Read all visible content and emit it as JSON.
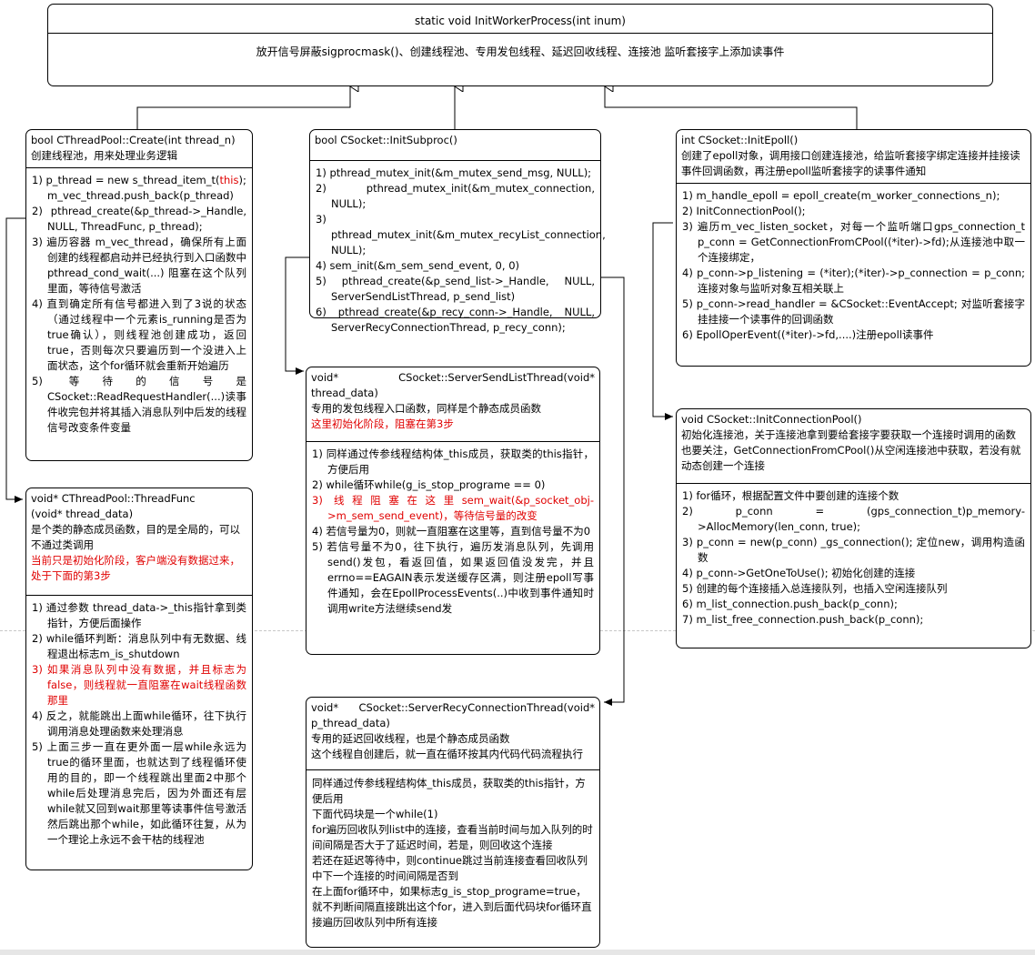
{
  "main": {
    "title": "static void InitWorkerProcess(int inum)",
    "desc": "放开信号屏蔽sigprocmask()、创建线程池、专用发包线程、延迟回收线程、连接池 监听套接字上添加读事件"
  },
  "threadpool_create": {
    "sig": "bool  CThreadPool::Create(int thread_n)",
    "desc": "创建线程池，用来处理业务逻辑",
    "items": [
      "1) p_thread = new s_thread_item_t(this);",
      "m_vec_thread.push_back(p_thread)",
      "2) pthread_create(&p_thread->_Handle, NULL, ThreadFunc, p_thread);",
      "3) 遍历容器  m_vec_thread，确保所有上面创建的线程都启动并已经执行到入口函数中 pthread_cond_wait(...) 阻塞在这个队列里面，等待信号激活",
      "4) 直到确定所有信号都进入到了3说的状态（通过线程中一个元素is_running是否为true确认），则线程池创建成功，返回true，否则每次只要遍历到一个没进入上面状态，这个for循环就会重新开始遍历",
      "5) 等待的信号是CSocket::ReadRequestHandler(...)读事件收完包并将其插入消息队列中后发的线程信号改变条件变量"
    ],
    "this_word": "this"
  },
  "init_subproc": {
    "sig": "bool CSocket::InitSubproc()",
    "items": [
      "1) pthread_mutex_init(&m_mutex_send_msg, NULL);",
      "2) pthread_mutex_init(&m_mutex_connection, NULL);",
      "3) pthread_mutex_init(&m_mutex_recyList_connection, NULL);",
      "4) sem_init(&m_sem_send_event, 0, 0)",
      "5) pthread_create(&p_send_list->_Handle,        NULL, ServerSendListThread, p_send_list)",
      "6) pthread_create(&p_recy_conn->_Handle,       NULL, ServerRecyConnectionThread, p_recy_conn);"
    ]
  },
  "init_epoll": {
    "sig": "int CSocket::InitEpoll()",
    "desc": "创建了epoll对象，调用接口创建连接池，给监听套接字绑定连接并挂接读事件回调函数，再注册epoll监听套接字的读事件通知",
    "items": [
      "1) m_handle_epoll = epoll_create(m_worker_connections_n);",
      "2) InitConnectionPool();",
      "3) 遍历m_vec_listen_socket，对每一个监听端口gps_connection_t  p_conn = GetConnectionFromCPool((*iter)->fd);从连接池中取一个连接绑定，",
      "4) p_conn->p_listening = (*iter);(*iter)->p_connection = p_conn;连接对象与监听对象互相关联上",
      "5) p_conn->read_handler = &CSocket::EventAccept; 对监听套接字挂挂接一个读事件的回调函数",
      "6) EpollOperEvent((*iter)->fd,....)注册epoll读事件"
    ]
  },
  "send_list_thread": {
    "sig_a": "void*",
    "sig_b": "CSocket::ServerSendListThread(void*",
    "sig_c": "thread_data)",
    "desc": "专用的发包线程入口函数，同样是个静态成员函数",
    "desc_red": "这里初始化阶段，阻塞在第3步",
    "items": [
      {
        "text": "1) 同样通过传参线程结构体_this成员，获取类的this指针，方便后用",
        "red": false
      },
      {
        "text": "2) while循环while(g_is_stop_programe == 0)",
        "red": false
      },
      {
        "text": "3) 线程阻塞在这里sem_wait(&p_socket_obj->m_sem_send_event)，等待信号量的改变",
        "red": true
      },
      {
        "text": "4) 若信号量为0，则就一直阻塞在这里等，直到信号量不为0",
        "red": false
      },
      {
        "text": "5) 若信号量不为0，往下执行，遍历发消息队列，先调用send()发包，看返回值，如果返回值没发完，并且errno==EAGAIN表示发送缓存区满，则注册epoll写事件通知，会在EpollProcessEvents(..)中收到事件通知时调用write方法继续send发",
        "red": false
      }
    ]
  },
  "thread_func": {
    "sig_a": "void* CThreadPool::ThreadFunc",
    "sig_b": "(void* thread_data)",
    "desc": "是个类的静态成员函数，目的是全局的，可以不通过类调用",
    "desc_red": "当前只是初始化阶段，客户端没有数据过来，处于下面的第3步",
    "items": [
      {
        "text": "1) 通过参数  thread_data->_this指针拿到类指针，方便后面操作",
        "red": false
      },
      {
        "text": "2) while循环判断：消息队列中有无数据、线程退出标志m_is_shutdown",
        "red": false
      },
      {
        "text": "3) 如果消息队列中没有数据，并且标志为false，则线程就一直阻塞在wait线程函数那里",
        "red": true
      },
      {
        "text": "4) 反之，就能跳出上面while循环，往下执行调用消息处理函数来处理消息",
        "red": false
      },
      {
        "text": "5) 上面三步一直在更外面一层while永远为true的循环里面，也就达到了线程循环使用的目的，即一个线程跳出里面2中那个while后处理消息完后，因为外面还有层while就又回到wait那里等读事件信号激活然后跳出那个while，如此循环往复，从为一个理论上永远不会干枯的线程池",
        "red": false
      }
    ]
  },
  "init_conn_pool": {
    "sig": "void CSocket::InitConnectionPool()",
    "desc": "初始化连接池，关于连接池拿到要给套接字要获取一个连接时调用的函数也要关注，GetConnectionFromCPool()从空闲连接池中获取，若没有就动态创建一个连接",
    "items": [
      "1) for循环，根据配置文件中要创建的连接个数",
      "2) p_conn = (gps_connection_t)p_memory->AllocMemory(len_conn, true);",
      "3) p_conn = new(p_conn) _gs_connection();   定位new，调用构造函数",
      "4) p_conn->GetOneToUse(); 初始化创建的连接",
      "5) 创建的每个连接插入总连接队列，也插入空闲连接队列",
      "6) m_list_connection.push_back(p_conn);",
      "7) m_list_free_connection.push_back(p_conn);"
    ]
  },
  "recy_thread": {
    "sig_a": "void*",
    "sig_b": "CSocket::ServerRecyConnectionThread(void*",
    "sig_c": "p_thread_data)",
    "desc1": "专用的延迟回收线程，也是个静态成员函数",
    "desc2": "这个线程自创建后，就一直在循环按其内代码代码流程执行",
    "lines": [
      "同样通过传参线程结构体_this成员，获取类的this指针，方便后用",
      "下面代码块是一个while(1)",
      "for遍历回收队列list中的连接，查看当前时间与加入队列的时间间隔是否大于了延迟时间，若是，则回收这个连接",
      "若还在延迟等待中，则continue跳过当前连接查看回收队列中下一个连接的时间间隔是否到",
      "在上面for循环中，如果标志g_is_stop_programe=true，就不判断间隔直接跳出这个for，进入到后面代码块for循环直接遍历回收队列中所有连接"
    ]
  }
}
